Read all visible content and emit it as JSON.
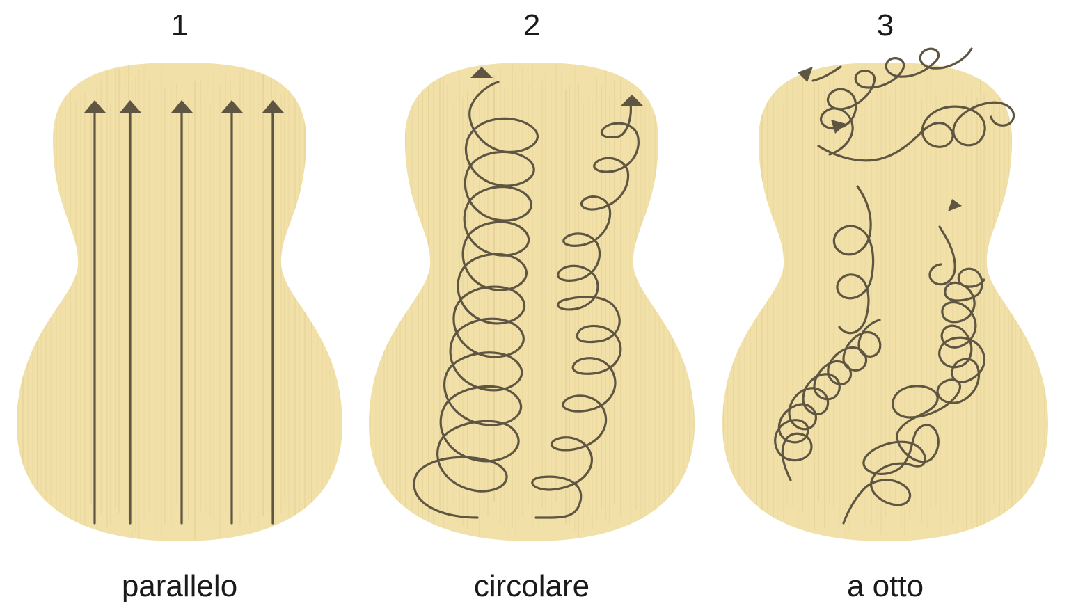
{
  "colors": {
    "wood": "#f1e0a8",
    "grain": "#e3cf95",
    "stroke": "#5e5542"
  },
  "panels": [
    {
      "number": "1",
      "label": "parallelo",
      "pattern": "parallel"
    },
    {
      "number": "2",
      "label": "circolare",
      "pattern": "circular"
    },
    {
      "number": "3",
      "label": "a otto",
      "pattern": "figure-eight"
    }
  ]
}
